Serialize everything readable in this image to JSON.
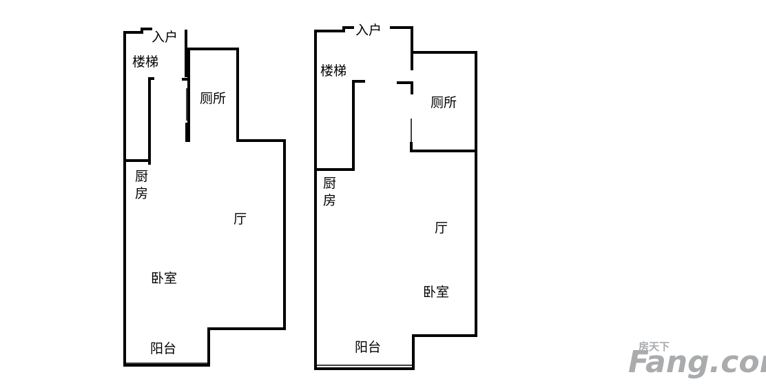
{
  "plans": [
    {
      "rooms": {
        "entrance": "入户",
        "stairs": "楼梯",
        "toilet": "厕所",
        "kitchen_line1": "厨",
        "kitchen_line2": "房",
        "living": "厅",
        "bedroom": "卧室",
        "balcony": "阳台"
      }
    },
    {
      "rooms": {
        "entrance": "入户",
        "stairs": "楼梯",
        "toilet": "厕所",
        "kitchen_line1": "厨",
        "kitchen_line2": "房",
        "living": "厅",
        "bedroom": "卧室",
        "balcony": "阳台"
      }
    }
  ],
  "watermark": {
    "brand": "Fang.com",
    "tagline": "房天下",
    "color": "#a9abad"
  }
}
